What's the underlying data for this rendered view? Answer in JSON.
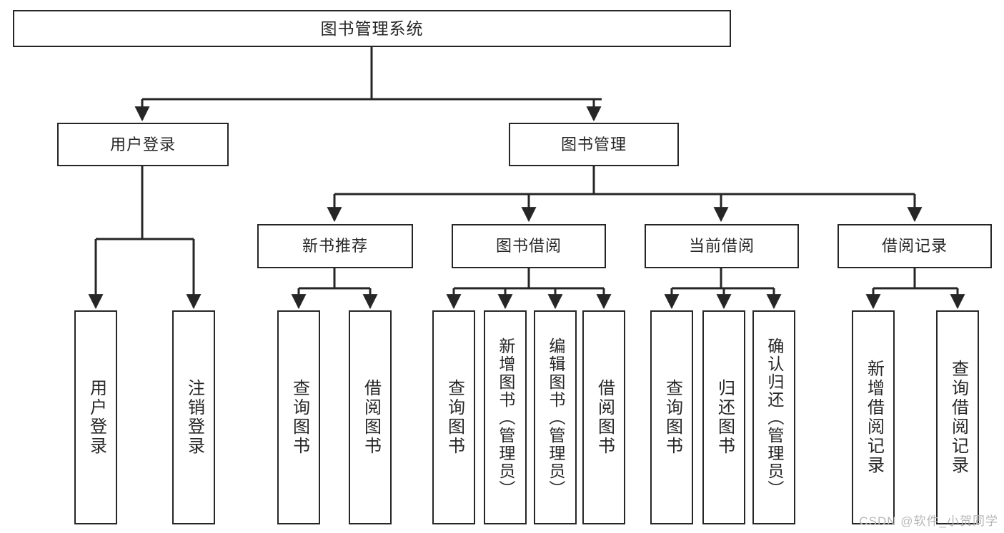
{
  "diagram": {
    "title": "图书管理系统",
    "root": {
      "label": "图书管理系统"
    },
    "level1": [
      {
        "label": "用户登录"
      },
      {
        "label": "图书管理"
      }
    ],
    "level2": [
      {
        "label": "新书推荐"
      },
      {
        "label": "图书借阅"
      },
      {
        "label": "当前借阅"
      },
      {
        "label": "借阅记录"
      }
    ],
    "leaves": {
      "user_login": [
        {
          "label": "用户登录"
        },
        {
          "label": "注销登录"
        }
      ],
      "new_book_recommend": [
        {
          "label": "查询图书"
        },
        {
          "label": "借阅图书"
        }
      ],
      "book_borrow": [
        {
          "label": "查询图书"
        },
        {
          "label": "新增图书（管理员）"
        },
        {
          "label": "编辑图书（管理员）"
        },
        {
          "label": "借阅图书"
        }
      ],
      "current_borrow": [
        {
          "label": "查询图书"
        },
        {
          "label": "归还图书"
        },
        {
          "label": "确认归还（管理员）"
        }
      ],
      "borrow_record": [
        {
          "label": "新增借阅记录"
        },
        {
          "label": "查询借阅记录"
        }
      ]
    }
  },
  "watermark": {
    "text": "CSDN @软件_小贺同学"
  },
  "colors": {
    "stroke": "#262626",
    "background": "#ffffff",
    "watermark": "#b8b8b8"
  }
}
